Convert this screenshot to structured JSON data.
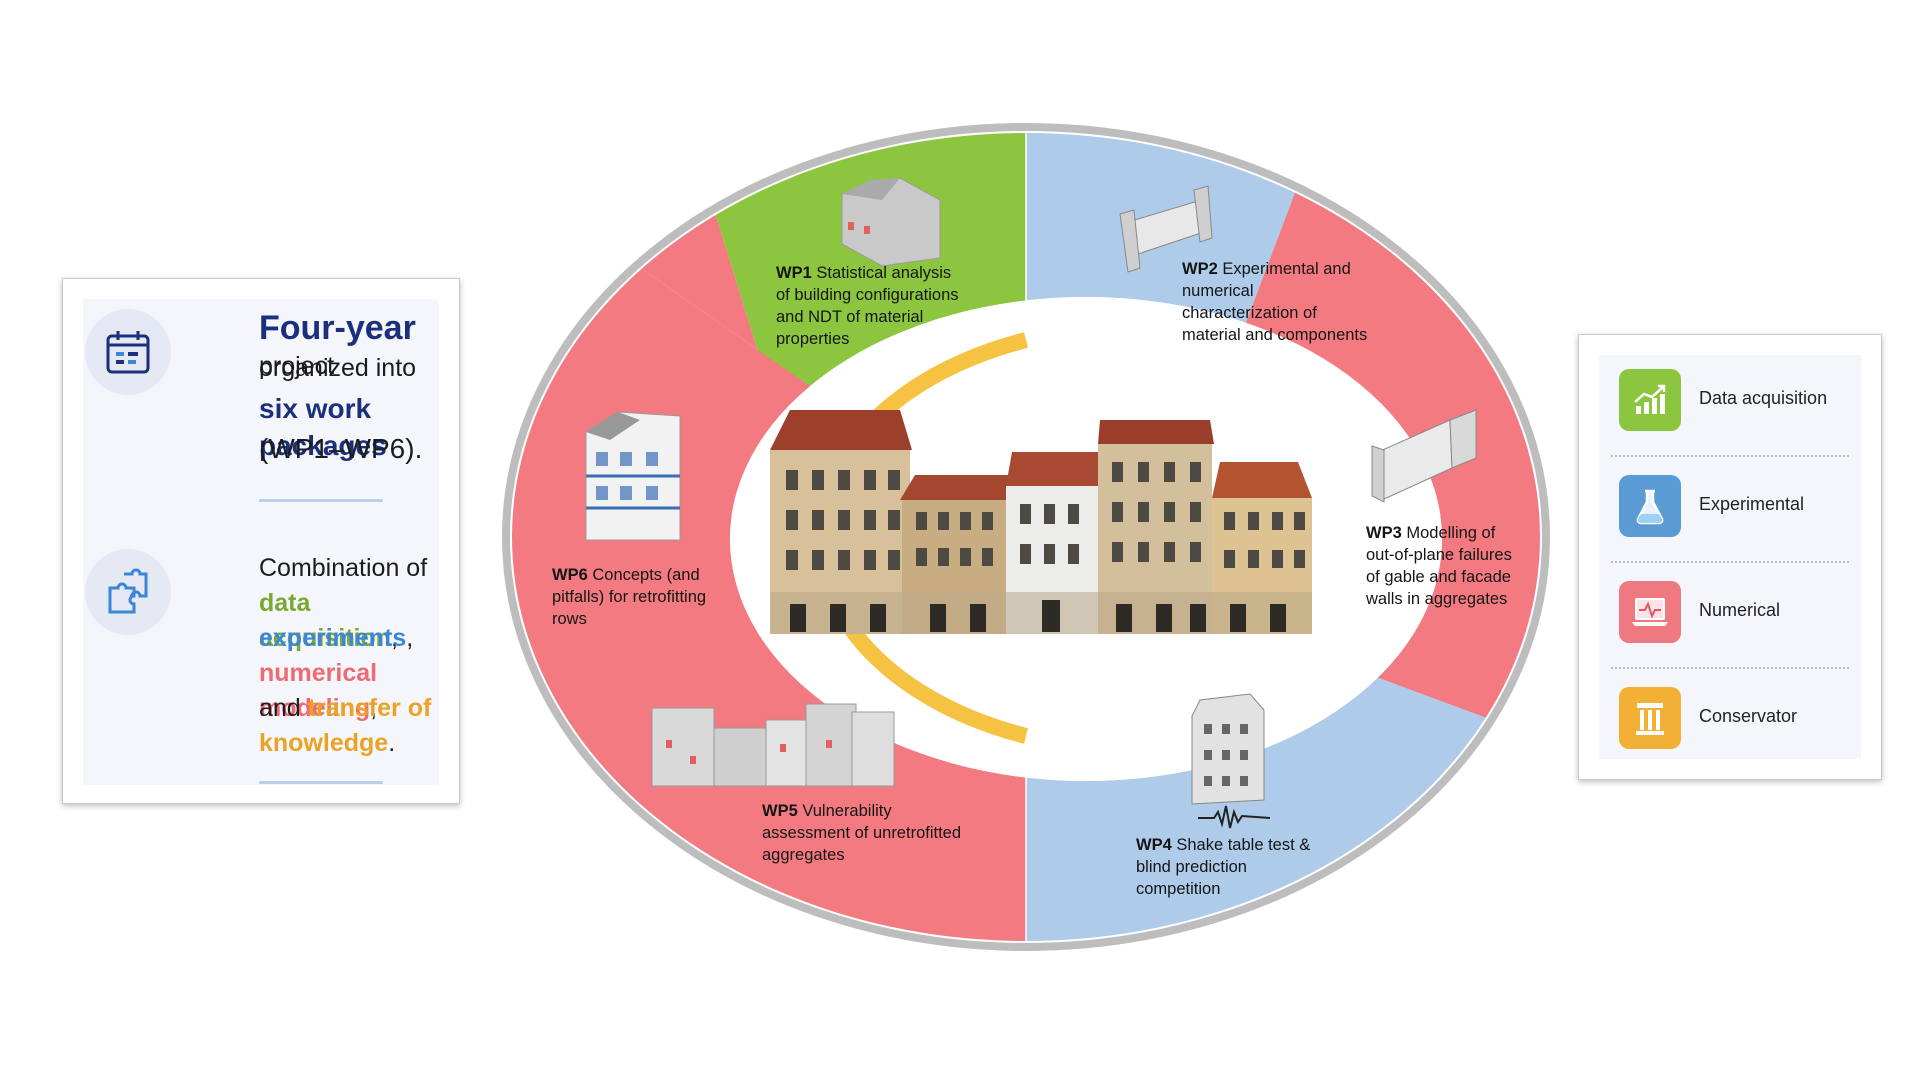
{
  "left_card": {
    "line1_strong": "Four-year",
    "line1_rest": " project",
    "line2": "organized into",
    "line3_strong": "six work packages",
    "line4": "(WP1–WP6).",
    "combo_intro": "Combination of",
    "combo_1": "data acquisition",
    "combo_1_punct": ",",
    "combo_2": "experiments",
    "combo_2_punct": ",",
    "combo_3": "numerical modeling",
    "combo_3_punct": ",",
    "combo_4_pre": "and ",
    "combo_4": "transfer of",
    "combo_5": "knowledge",
    "combo_5_punct": ".",
    "icons": [
      "calendar-icon",
      "puzzle-icon"
    ]
  },
  "legend": {
    "items": [
      {
        "label": "Data acquisition",
        "icon": "growth-chart-icon",
        "color": "#8cc63f"
      },
      {
        "label": "Experimental",
        "icon": "flask-icon",
        "color": "#5b9bd5"
      },
      {
        "label": "Numerical",
        "icon": "laptop-icon",
        "color": "#f07880"
      },
      {
        "label": "Conservator",
        "icon": "column-icon",
        "color": "#f2b134"
      }
    ]
  },
  "work_packages": [
    {
      "id": "WP1",
      "text": " Statistical analysis",
      "lines": [
        "of building configurations",
        "and NDT of material",
        "properties"
      ],
      "type": "Data acquisition",
      "color": "#8cc63f"
    },
    {
      "id": "WP2",
      "text": " Experimental and",
      "lines": [
        "numerical",
        "characterization of",
        "material and components"
      ],
      "type": "Experimental",
      "color": "#aecbea"
    },
    {
      "id": "WP3",
      "text": " Modelling of",
      "lines": [
        "out-of-plane failures",
        "of gable and facade",
        "walls in aggregates"
      ],
      "type": "Numerical",
      "color": "#f47a82"
    },
    {
      "id": "WP4",
      "text": " Shake table test &",
      "lines": [
        "blind prediction",
        "competition"
      ],
      "type": "Experimental",
      "color": "#aecbea"
    },
    {
      "id": "WP5",
      "text": " Vulnerability",
      "lines": [
        "assessment of unretrofitted",
        "aggregates"
      ],
      "type": "Numerical",
      "color": "#f47a82"
    },
    {
      "id": "WP6",
      "text": " Concepts (and",
      "lines": [
        "pitfalls) for retrofitting",
        "rows"
      ],
      "type": "Numerical",
      "color": "#f47a82"
    }
  ],
  "colors": {
    "green": "#8cc63f",
    "blue": "#aecbea",
    "red": "#f47a82",
    "yellow": "#f5c242",
    "navy": "#1b2f7c"
  }
}
